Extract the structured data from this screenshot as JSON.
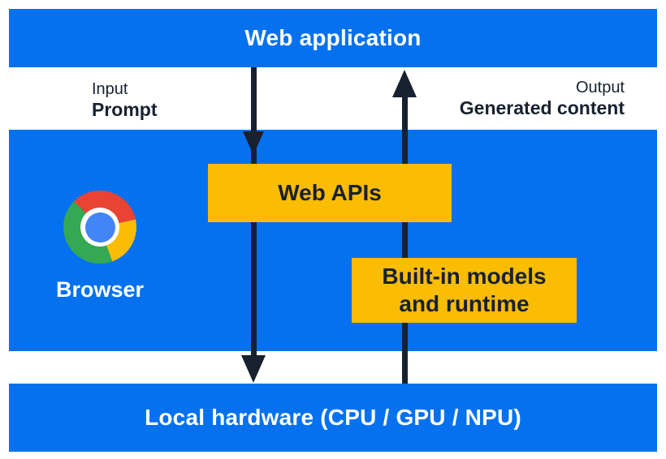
{
  "colors": {
    "band_blue": "#0571EF",
    "box_yellow": "#FBBC04",
    "arrow_navy": "#17212F",
    "chrome_red": "#EA4335",
    "chrome_yellow": "#FBBC04",
    "chrome_green": "#34A853",
    "chrome_blue": "#4285F4"
  },
  "top_bar": {
    "label": "Web application"
  },
  "flow_labels": {
    "input": {
      "line1": "Input",
      "line2": "Prompt"
    },
    "output": {
      "line1": "Output",
      "line2": "Generated content"
    }
  },
  "browser": {
    "label": "Browser",
    "logo": "chrome-logo-icon"
  },
  "boxes": {
    "web_apis": {
      "label": "Web APIs"
    },
    "builtin": {
      "line1": "Built-in models",
      "line2": "and runtime"
    }
  },
  "bottom_bar": {
    "label": "Local hardware (CPU / GPU / NPU)"
  }
}
